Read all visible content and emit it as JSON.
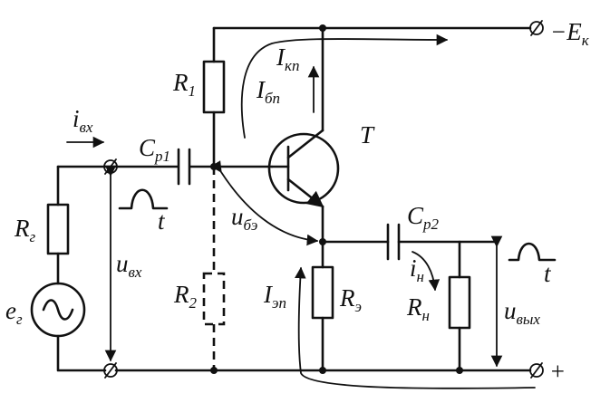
{
  "labels": {
    "ek": "−E",
    "ek_sub": "к",
    "r1": "R",
    "r1_sub": "1",
    "ibp": "I",
    "ibp_sub": "бп",
    "ikp": "I",
    "ikp_sub": "кп",
    "t_label": "T",
    "ivx": "i",
    "ivx_sub": "вх",
    "cp1": "C",
    "cp1_sub": "р1",
    "rg": "R",
    "rg_sub": "г",
    "time_in": "t",
    "ubeh": "u",
    "ubeh_sub": "бэ",
    "cp2": "C",
    "cp2_sub": "р2",
    "time_out": "t",
    "uvx": "u",
    "uvx_sub": "вх",
    "eg": "e",
    "eg_sub": "г",
    "r2": "R",
    "r2_sub": "2",
    "iep": "I",
    "iep_sub": "эп",
    "re": "R",
    "re_sub": "э",
    "in": "i",
    "in_sub": "н",
    "rn": "R",
    "rn_sub": "н",
    "uvyx": "u",
    "uvyx_sub": "вых",
    "plus": "+"
  }
}
